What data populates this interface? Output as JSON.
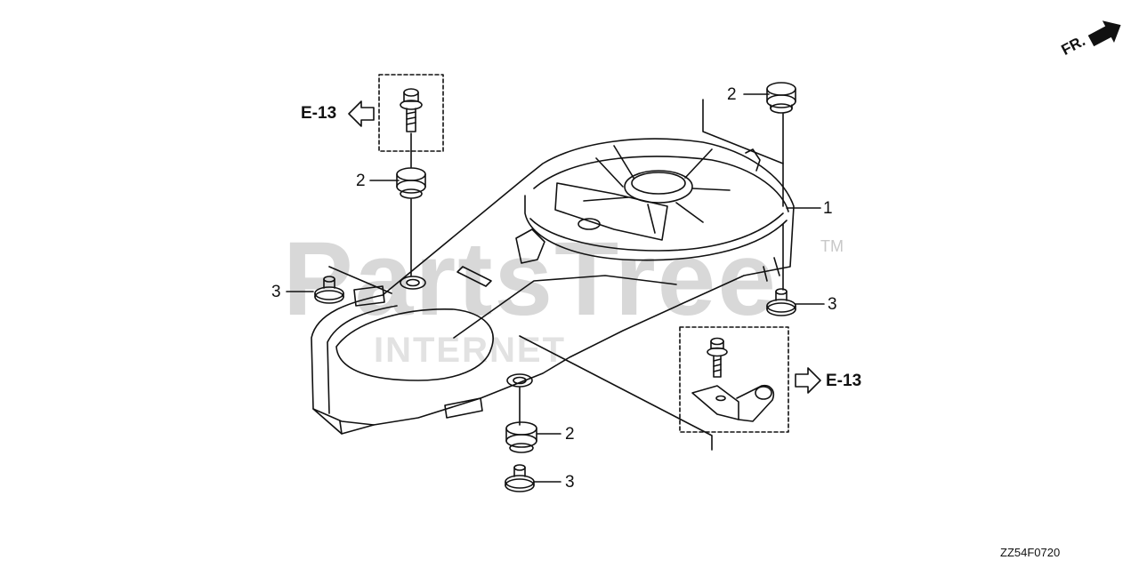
{
  "watermark": {
    "brand": "PartsTree",
    "trademark": "TM",
    "sub": "INTERNET"
  },
  "front_indicator": "FR.",
  "callouts": [
    {
      "id": "c1",
      "text": "1"
    },
    {
      "id": "c2a",
      "text": "2"
    },
    {
      "id": "c2b",
      "text": "2"
    },
    {
      "id": "c2c",
      "text": "2"
    },
    {
      "id": "c3a",
      "text": "3"
    },
    {
      "id": "c3b",
      "text": "3"
    },
    {
      "id": "c3c",
      "text": "3"
    }
  ],
  "references": {
    "left": "E-13",
    "right": "E-13"
  },
  "diagram_code": "ZZ54F0720",
  "colors": {
    "line": "#111111",
    "watermark": "#d8d8d8",
    "background": "#ffffff"
  }
}
